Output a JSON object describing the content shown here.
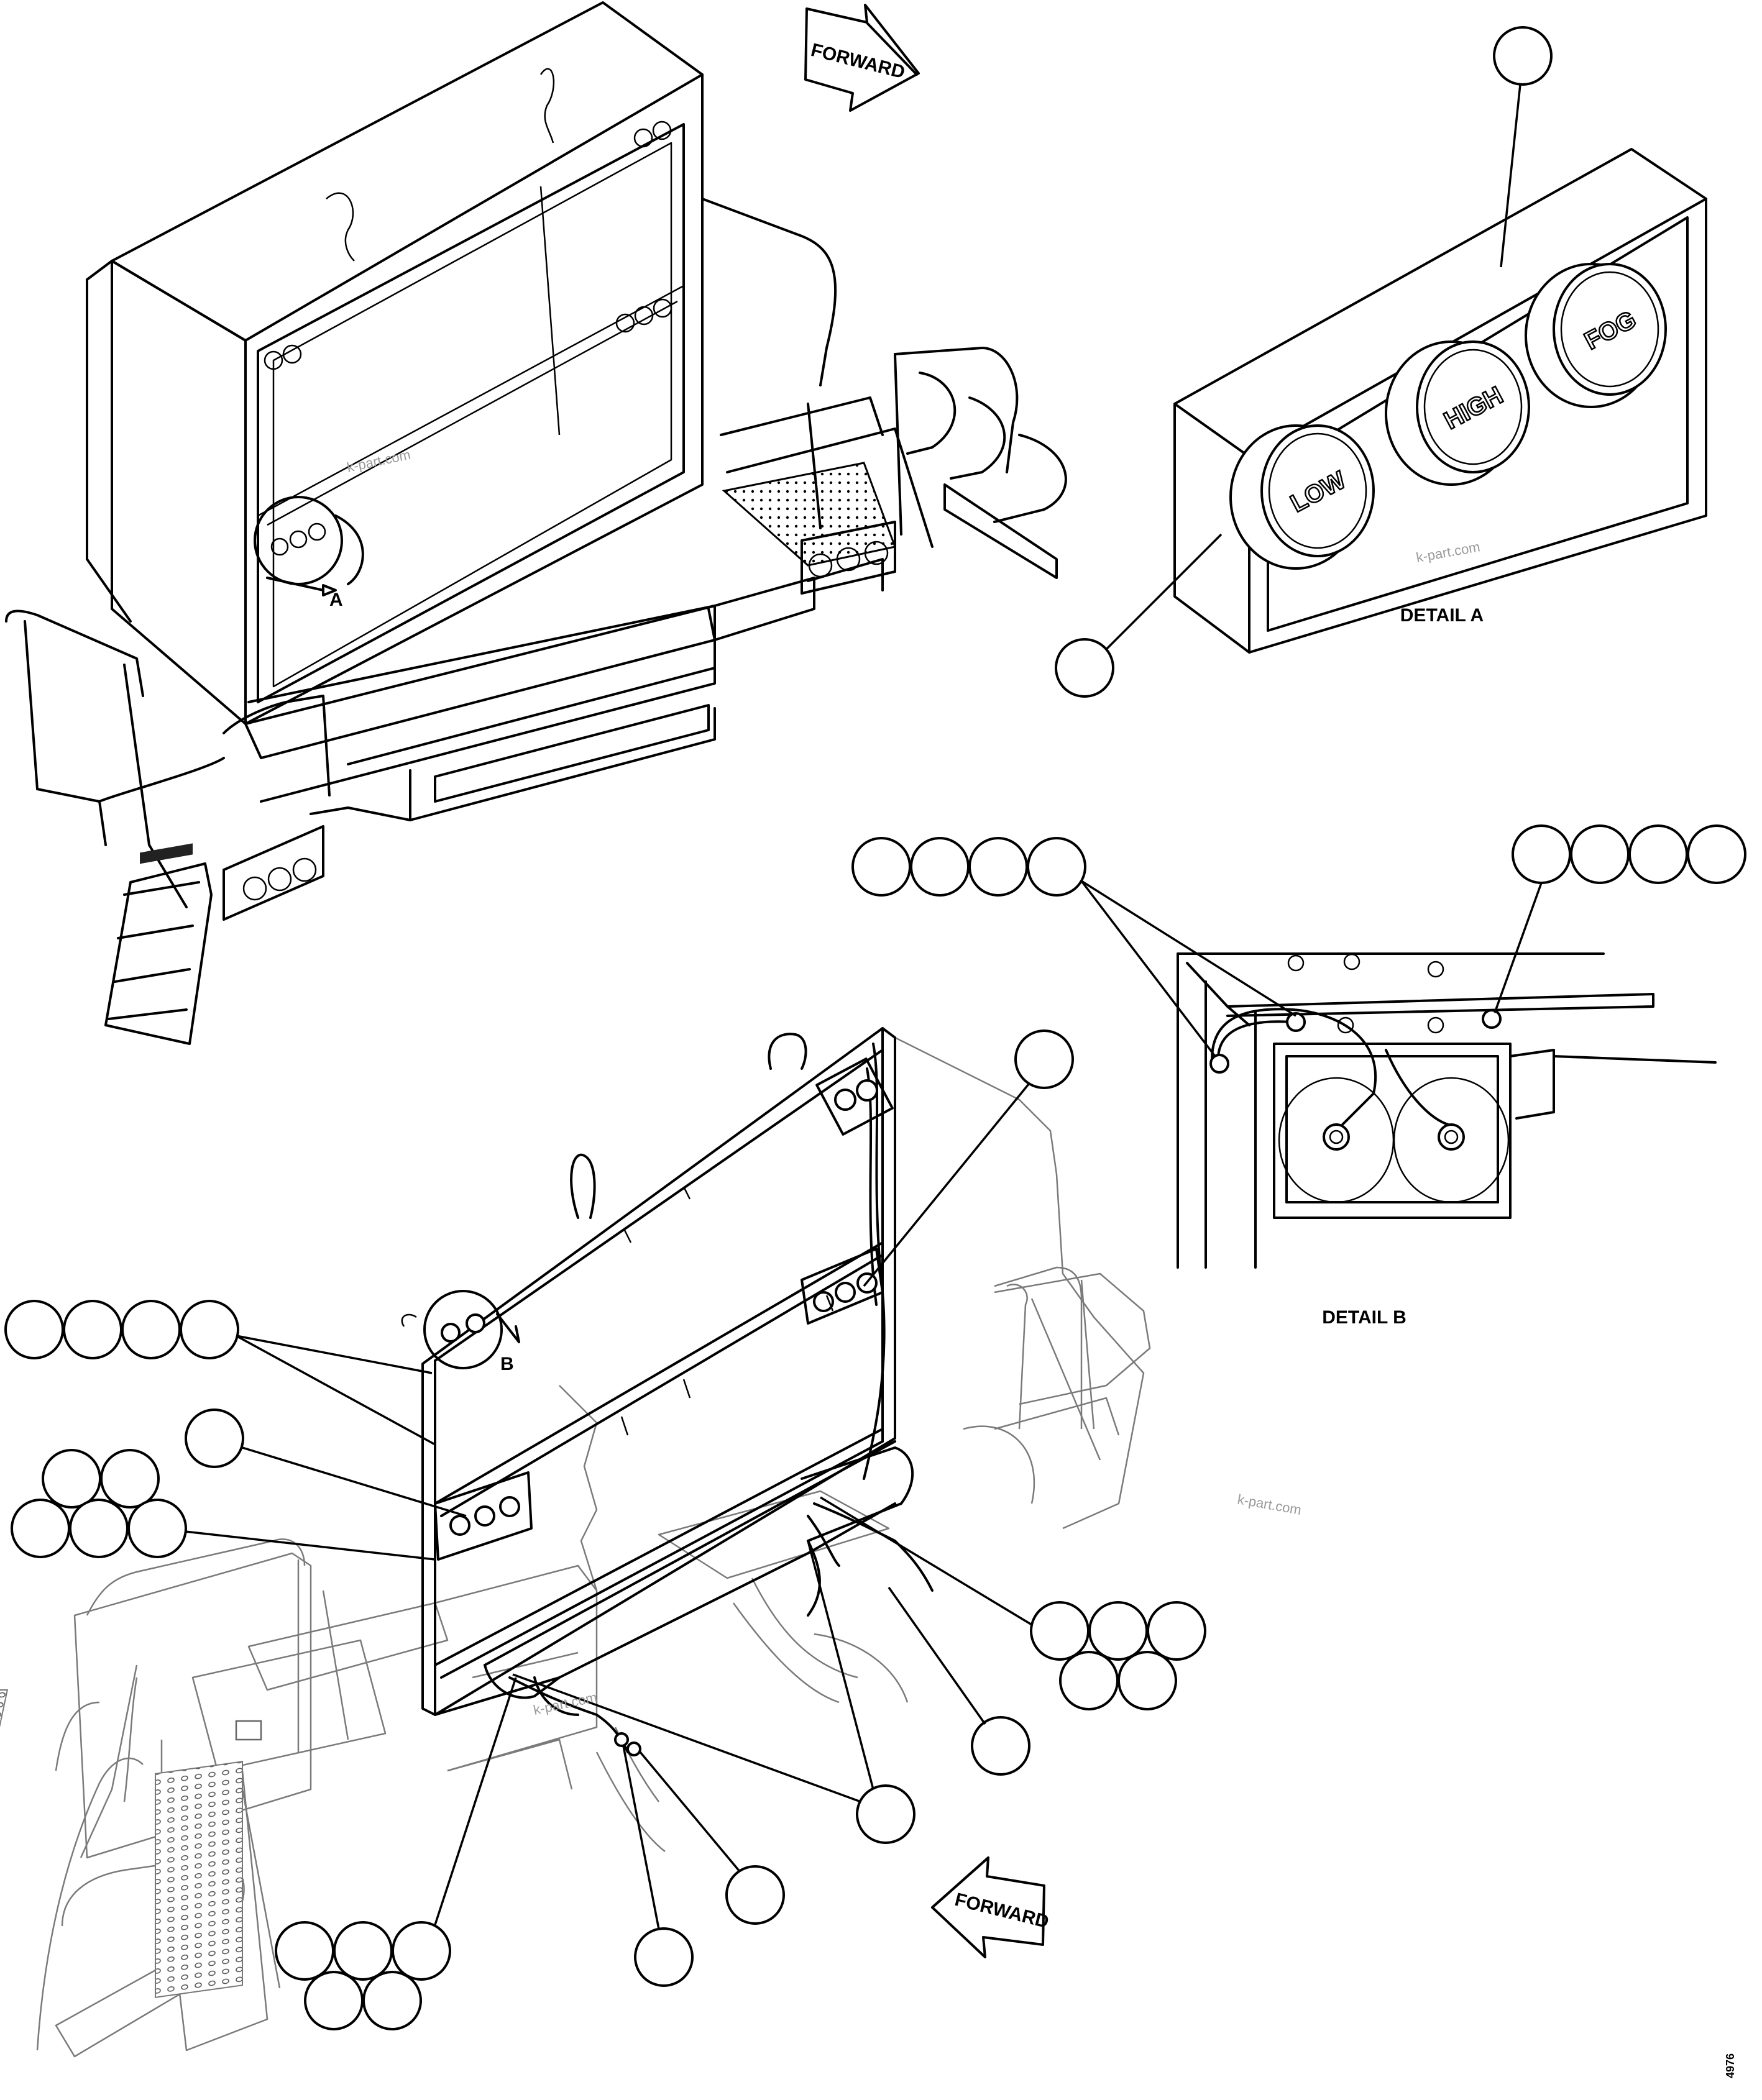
{
  "forward_arrows": [
    {
      "label": "FORWARD"
    },
    {
      "label": "FORWARD"
    }
  ],
  "details": [
    {
      "title": "DETAIL A",
      "view_marker": "A"
    },
    {
      "title": "DETAIL B",
      "view_marker": "B"
    }
  ],
  "lamp_labels": [
    "LOW",
    "HIGH",
    "FOG"
  ],
  "watermarks": [
    "k-part.com",
    "k-part.com",
    "k-part.com",
    "k-part.com"
  ],
  "figure_code": "4976"
}
